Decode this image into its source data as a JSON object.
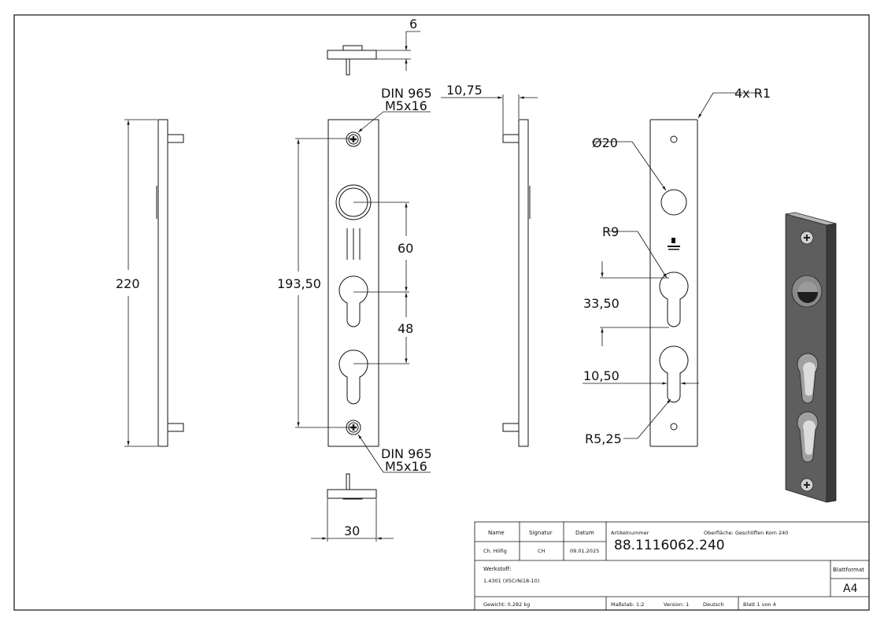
{
  "dimensions": {
    "thickness": "6",
    "screw_top_line1": "DIN 965",
    "screw_top_line2": "M5x16",
    "screw_bottom_line1": "DIN 965",
    "screw_bottom_line2": "M5x16",
    "offset_side": "10,75",
    "height_total": "220",
    "height_holes": "193,50",
    "spacing_60": "60",
    "spacing_48": "48",
    "width": "30",
    "corner_radius": "4x R1",
    "hole_diameter": "Ø20",
    "cylinder_radius": "R9",
    "cylinder_height": "33,50",
    "cylinder_width": "10,50",
    "small_radius": "R5,25"
  },
  "title_block": {
    "header_name": "Name",
    "header_signatur": "Signatur",
    "header_datum": "Datum",
    "name": "Ch. Höfig",
    "signatur": "CH",
    "datum": "09.01.2025",
    "artikel_label": "Artikelnummer",
    "oberflaeche": "Oberfläche:  Geschliffen Korn 240",
    "artikelnummer": "88.1116062.240",
    "werkstoff_label": "Werkstoff:",
    "werkstoff": "1.4301 (X5CrNi18-10)",
    "blattformat_label": "Blattformat",
    "blattformat": "A4",
    "gewicht": "Gewicht: 0.282 kg",
    "massstab": "Maßstab: 1:2",
    "version": "Version: 1",
    "sprache": "Deutsch",
    "blatt": "Blatt 1 von 4"
  }
}
